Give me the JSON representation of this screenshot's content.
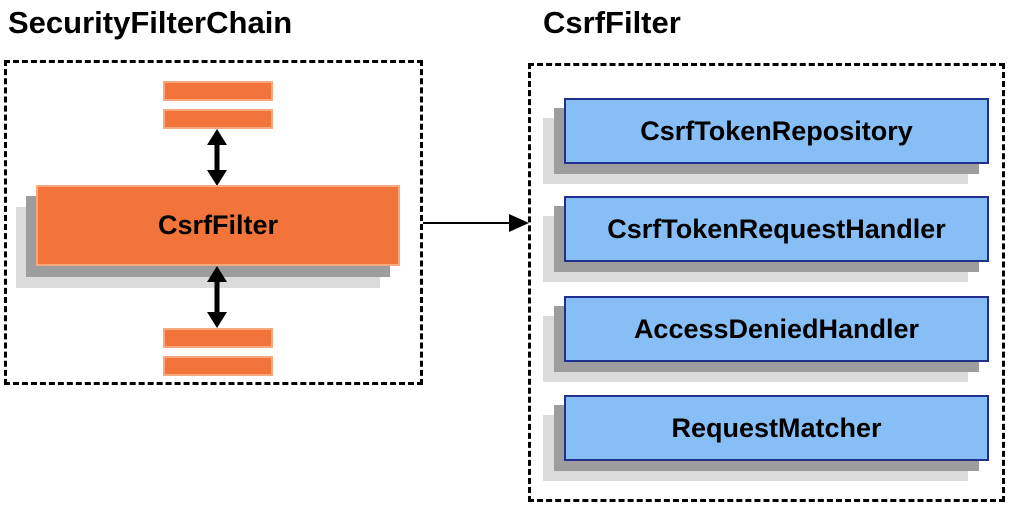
{
  "left_panel": {
    "title": "SecurityFilterChain",
    "filter_label": "CsrfFilter"
  },
  "right_panel": {
    "title": "CsrfFilter",
    "components": [
      {
        "label": "CsrfTokenRepository"
      },
      {
        "label": "CsrfTokenRequestHandler"
      },
      {
        "label": "AccessDeniedHandler"
      },
      {
        "label": "RequestMatcher"
      }
    ]
  },
  "colors": {
    "orange_fill": "#F2743B",
    "orange_border": "#F8A87D",
    "blue_fill": "#87BEF5",
    "blue_border": "#20308C",
    "shadow_dark": "#9D9D9D",
    "shadow_light": "#DBDBDB",
    "line_black": "#000000",
    "background": "#FFFFFF"
  }
}
